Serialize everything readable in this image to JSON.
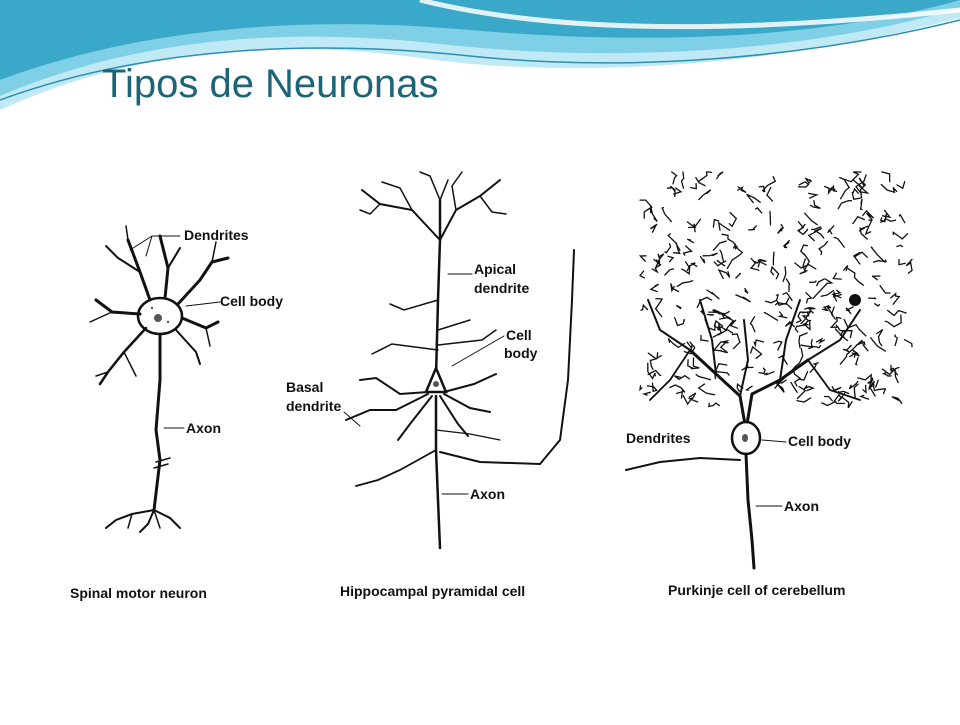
{
  "slide": {
    "title": "Tipos de Neuronas",
    "accent_color": "#1c6478",
    "wave_colors": [
      "#3aa9c9",
      "#7fd0e6",
      "#bfe9f4"
    ]
  },
  "figure": {
    "panels": [
      {
        "caption": "Spinal motor neuron",
        "labels": {
          "dendrites": "Dendrites",
          "cell_body": "Cell body",
          "axon": "Axon"
        }
      },
      {
        "caption": "Hippocampal pyramidal cell",
        "labels": {
          "apical_1": "Apical",
          "apical_2": "dendrite",
          "cell_1": "Cell",
          "cell_2": "body",
          "basal_1": "Basal",
          "basal_2": "dendrite",
          "axon": "Axon"
        }
      },
      {
        "caption": "Purkinje cell of cerebellum",
        "labels": {
          "dendrites": "Dendrites",
          "cell_body": "Cell body",
          "axon": "Axon"
        }
      }
    ]
  }
}
